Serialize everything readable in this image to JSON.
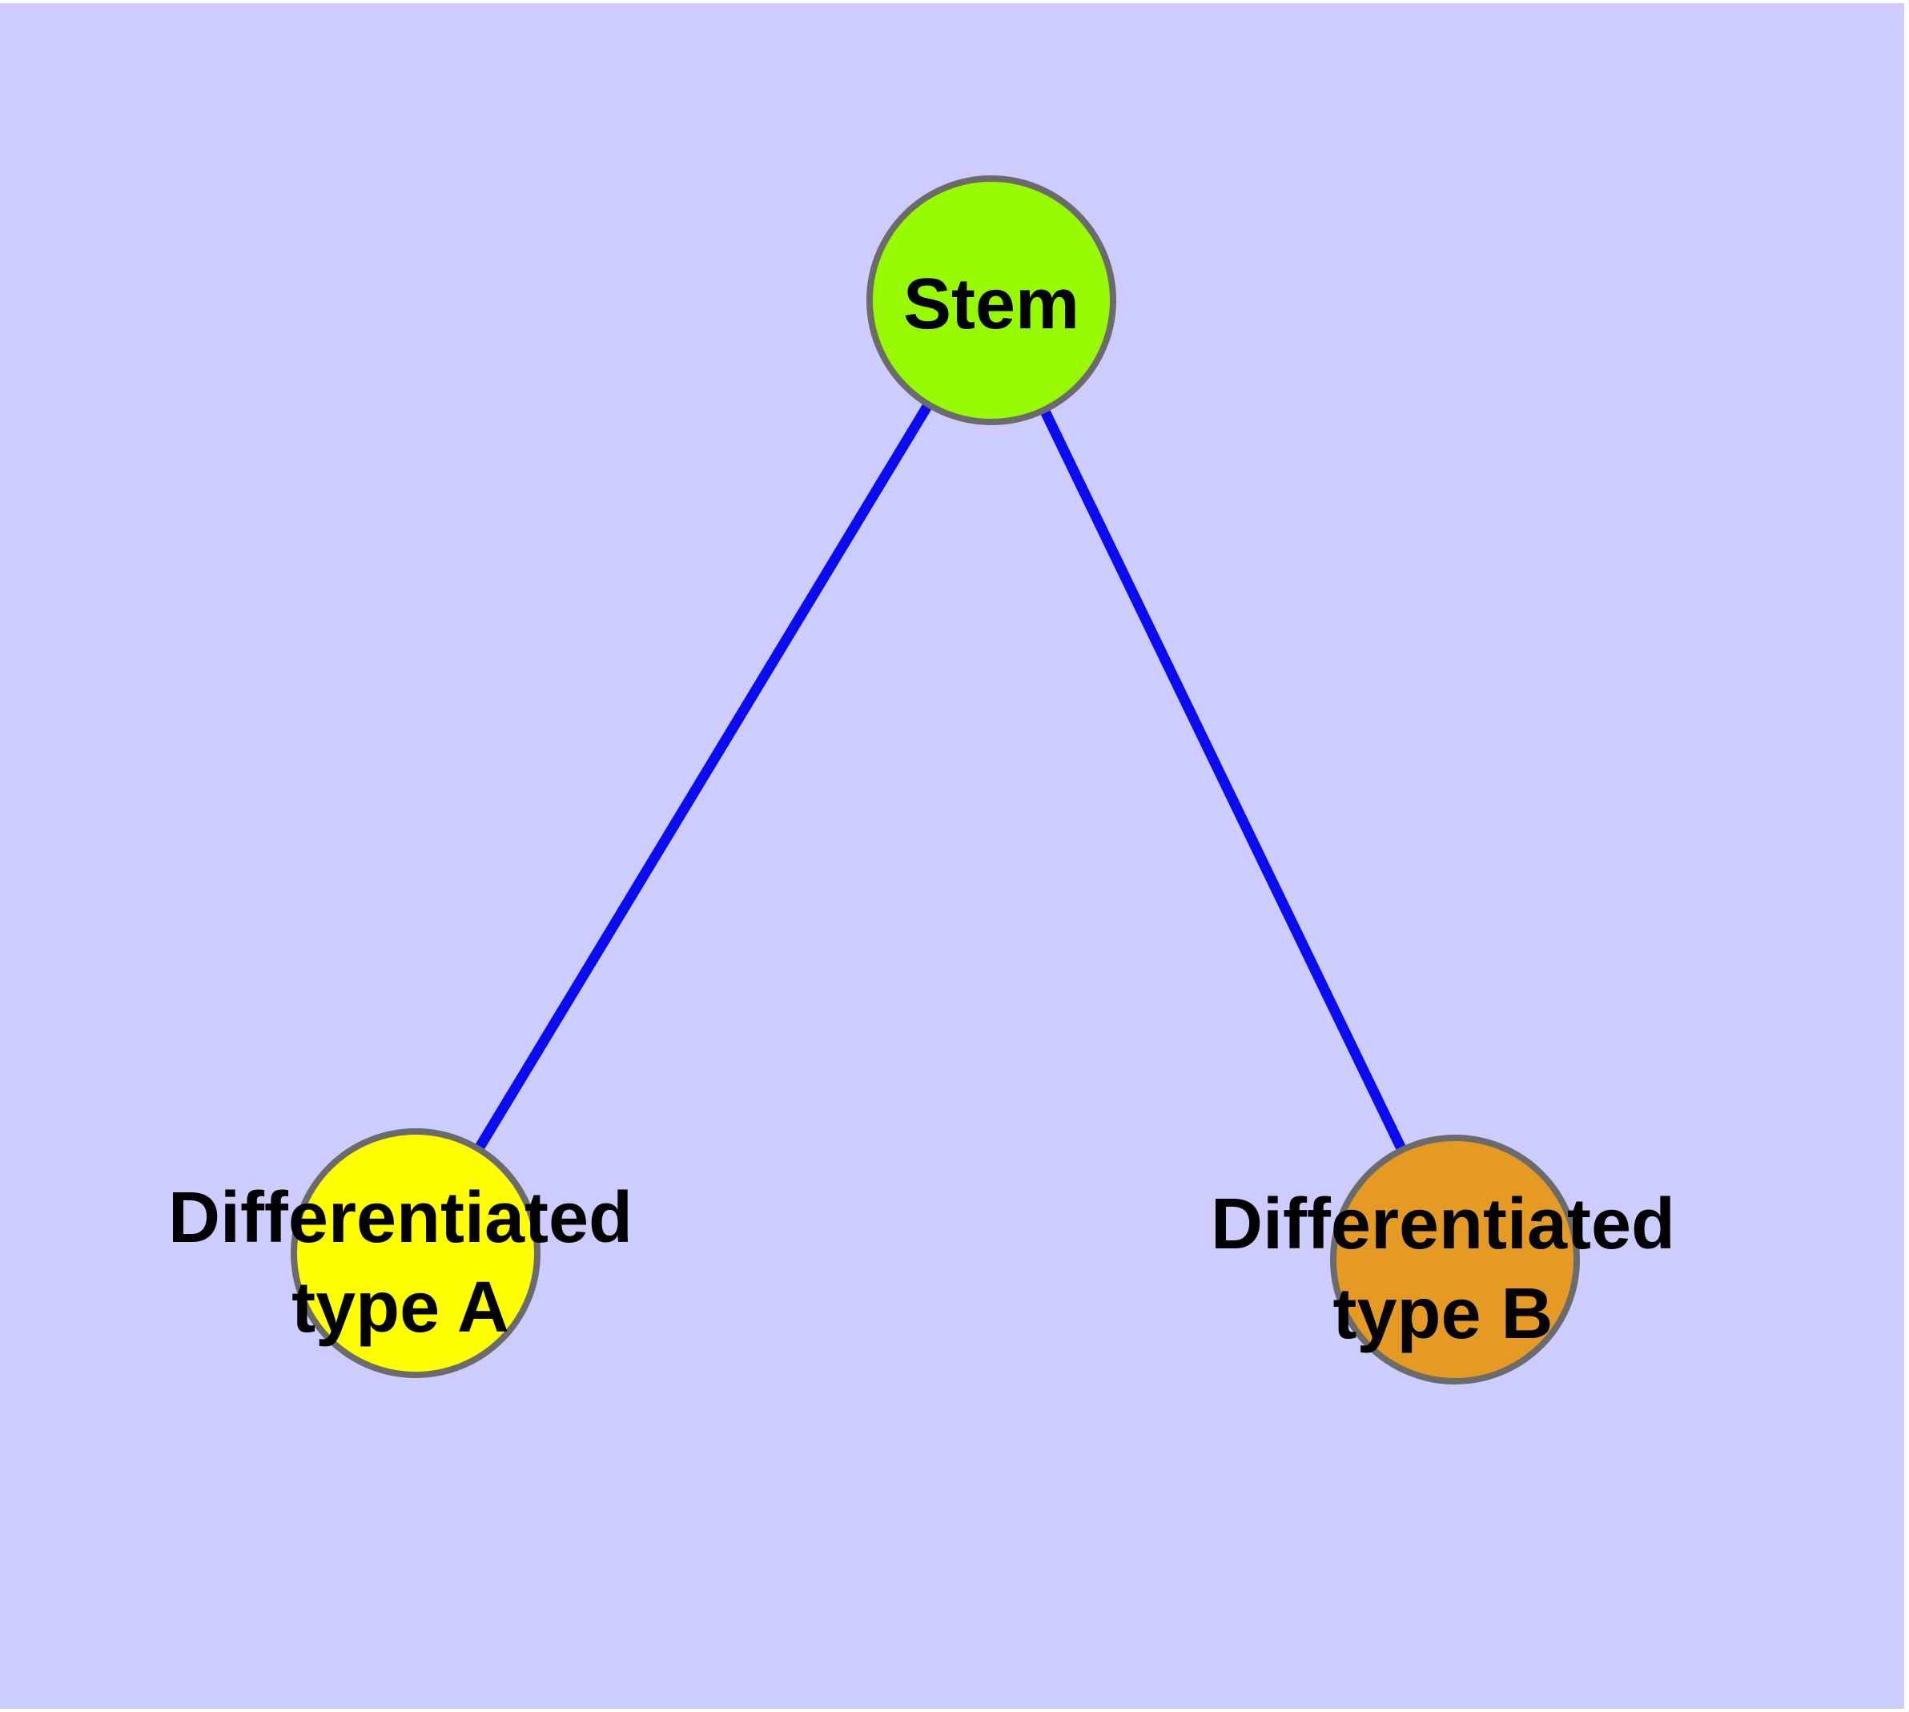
{
  "canvas": {
    "background_color": "#ccccff",
    "frame_color": "#ffffff"
  },
  "graph": {
    "style": {
      "node_border_color": "#6b6b6b",
      "node_border_width": 8,
      "edge_color": "#0b0bf2",
      "edge_width": 13,
      "label_color": "#000000"
    },
    "nodes": [
      {
        "id": "stem",
        "label": "Stem",
        "lines": [
          "Stem"
        ],
        "fill": "#97fa00"
      },
      {
        "id": "differentiated-type-a",
        "label": "Differentiated type A",
        "lines": [
          "Differentiated",
          "type A"
        ],
        "fill": "#ffff00"
      },
      {
        "id": "differentiated-type-b",
        "label": "Differentiated type B",
        "lines": [
          "Differentiated",
          "type B"
        ],
        "fill": "#e59b23"
      }
    ],
    "edges": [
      {
        "from": "stem",
        "to": "differentiated-type-a"
      },
      {
        "from": "stem",
        "to": "differentiated-type-b"
      }
    ]
  }
}
